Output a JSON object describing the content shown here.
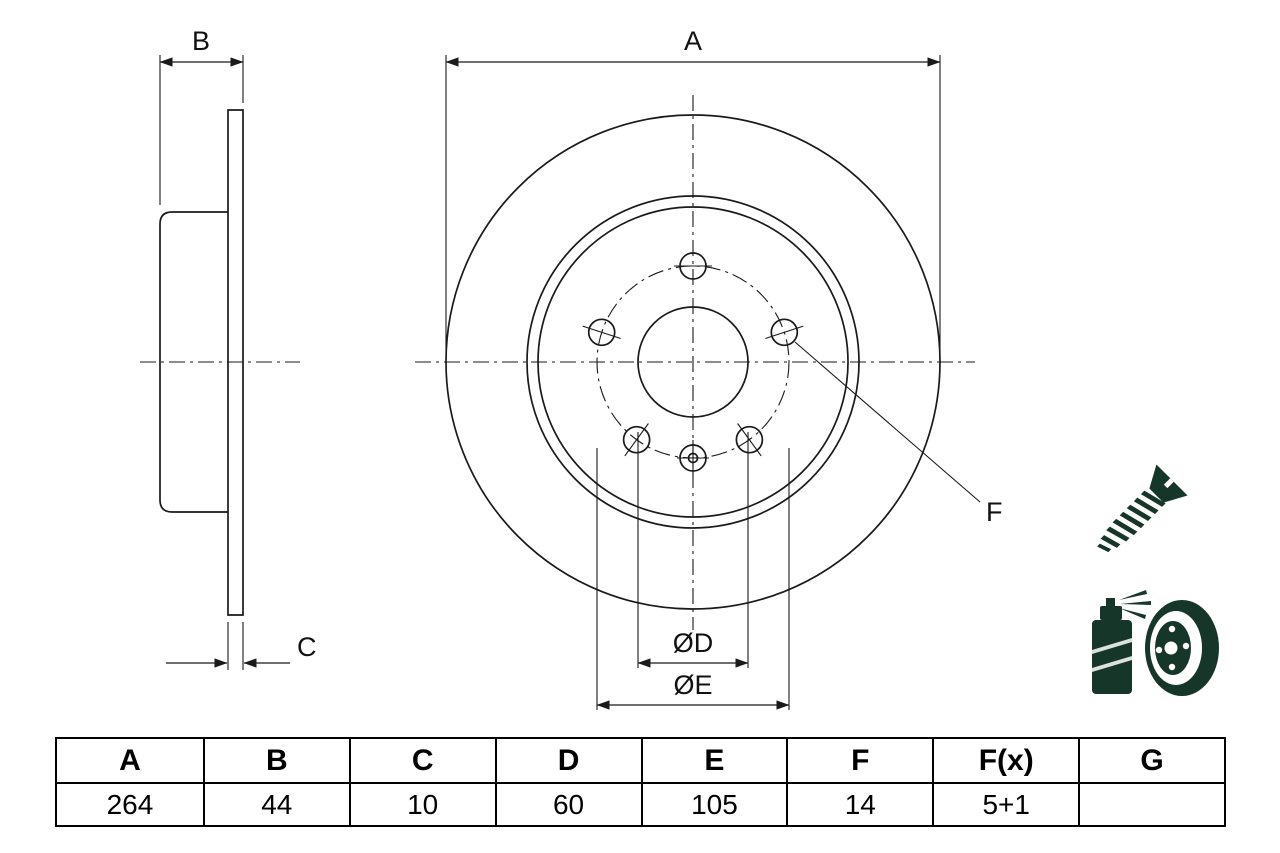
{
  "drawing": {
    "dim_labels": {
      "a": "A",
      "b": "B",
      "c": "C",
      "d": "ØD",
      "e": "ØE",
      "f": "F"
    }
  },
  "table": {
    "headers": [
      "A",
      "B",
      "C",
      "D",
      "E",
      "F",
      "F(x)",
      "G"
    ],
    "values": [
      "264",
      "44",
      "10",
      "60",
      "105",
      "14",
      "5+1",
      ""
    ]
  },
  "icons": {
    "screw": "countersunk-screw",
    "coating": "spray-coated-disc"
  },
  "colors": {
    "line": "#1a1a1a",
    "icon_green": "#17362a",
    "background": "#ffffff"
  }
}
